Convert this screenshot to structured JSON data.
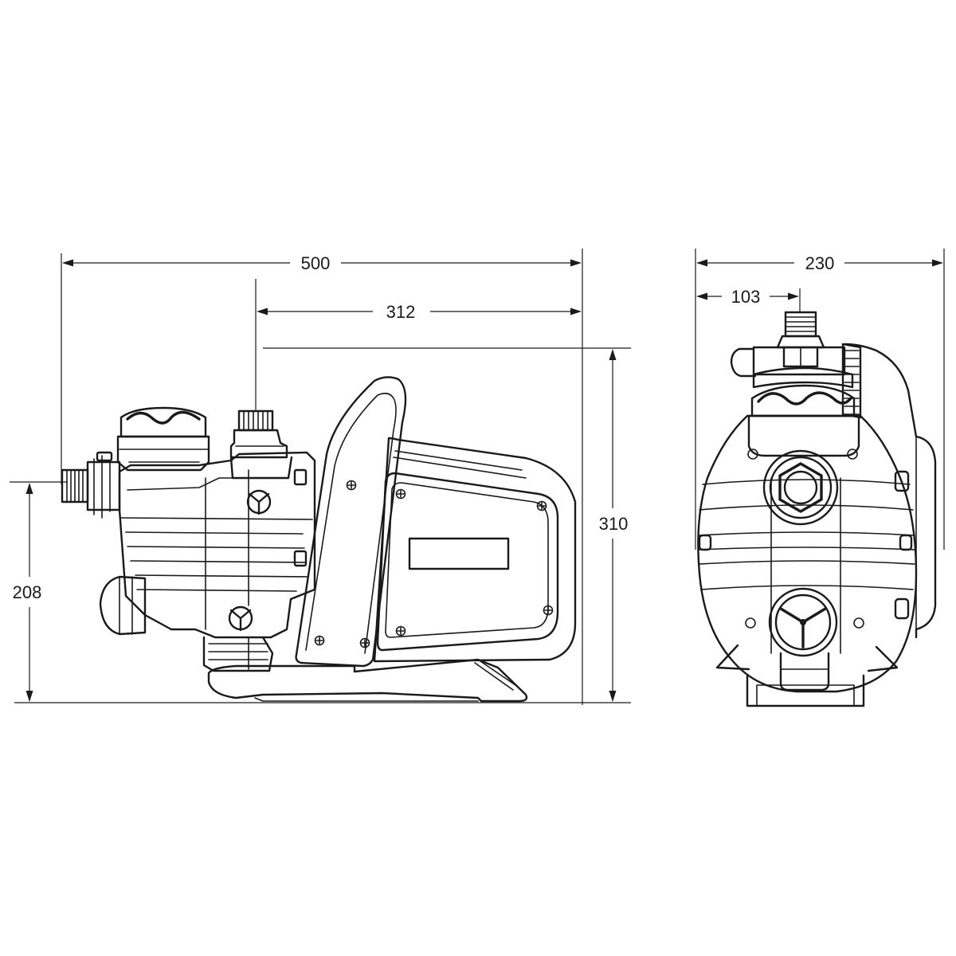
{
  "dimensions": {
    "overall_length": "500",
    "outlet_to_rear": "312",
    "overall_height": "310",
    "inlet_height": "208",
    "overall_width": "230",
    "outlet_offset": "103"
  }
}
